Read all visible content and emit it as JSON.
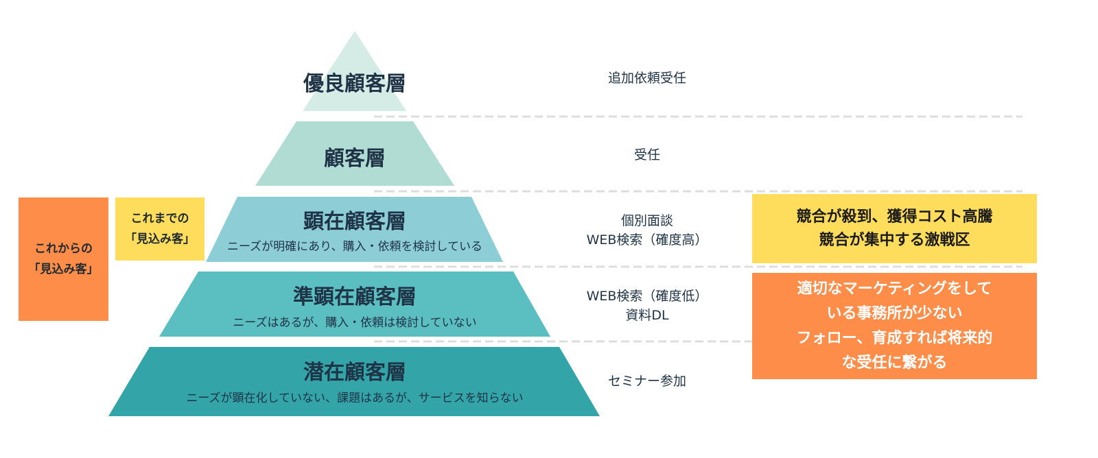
{
  "colors": {
    "tier1": "#d5ebe5",
    "tier2": "#b1dcd3",
    "tier3": "#8dced6",
    "tier4": "#5bbec0",
    "tier5": "#33a4a8",
    "yellow": "#fedc5c",
    "orange": "#fe8d4a",
    "text": "#1f3347",
    "dash": "#dddddd"
  },
  "tiers": [
    {
      "title": "優良顧客層",
      "desc": "",
      "action": "追加依頼受任"
    },
    {
      "title": "顧客層",
      "desc": "",
      "action": "受任"
    },
    {
      "title": "顕在顧客層",
      "desc": "ニーズが明確にあり、購入・依頼を検討している",
      "action": "個別面談\nWEB検索（確度高）"
    },
    {
      "title": "準顕在顧客層",
      "desc": "ニーズはあるが、購入・依頼は検討していない",
      "action": "WEB検索（確度低）\n資料DL"
    },
    {
      "title": "潜在顧客層",
      "desc": "ニーズが顕在化していない、課題はあるが、サービスを知らない",
      "action": "セミナー参加"
    }
  ],
  "left_boxes": {
    "future_prospects": "これからの\n「見込み客」",
    "past_prospects": "これまでの\n「見込み客」"
  },
  "right_boxes": {
    "competition": "競合が殺到、獲得コスト高騰\n競合が集中する激戦区",
    "opportunity": "適切なマーケティングをして\nいる事務所が少ない\nフォロー、育成すれば将来的\nな受任に繋がる"
  }
}
